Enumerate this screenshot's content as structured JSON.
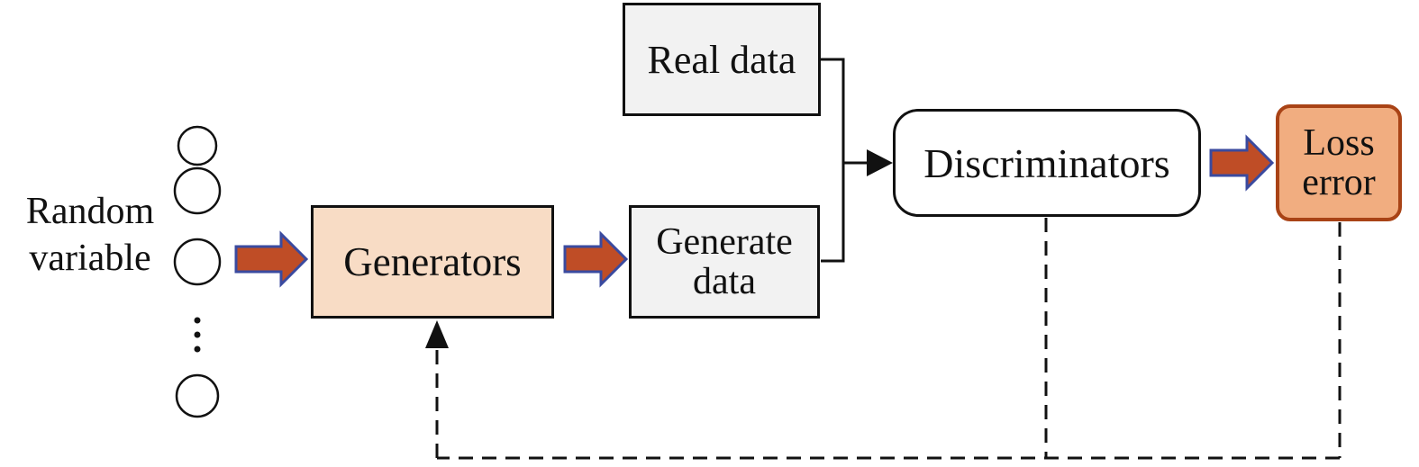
{
  "diagram": {
    "random_variable": {
      "line1": "Random",
      "line2": "variable"
    },
    "generators": {
      "label": "Generators"
    },
    "generate_data": {
      "line1": "Generate",
      "line2": "data"
    },
    "real_data": {
      "label": "Real data"
    },
    "discriminators": {
      "label": "Discriminators"
    },
    "loss_error": {
      "line1": "Loss",
      "line2": "error"
    }
  },
  "colors": {
    "arrow_fill": "#bf4d26",
    "arrow_stroke": "#3a4a9f",
    "generators_fill": "#f8dcc5",
    "data_box_fill": "#f2f2f2",
    "loss_fill": "#f1ad80",
    "loss_border": "#a94316",
    "line_color": "#111111"
  }
}
